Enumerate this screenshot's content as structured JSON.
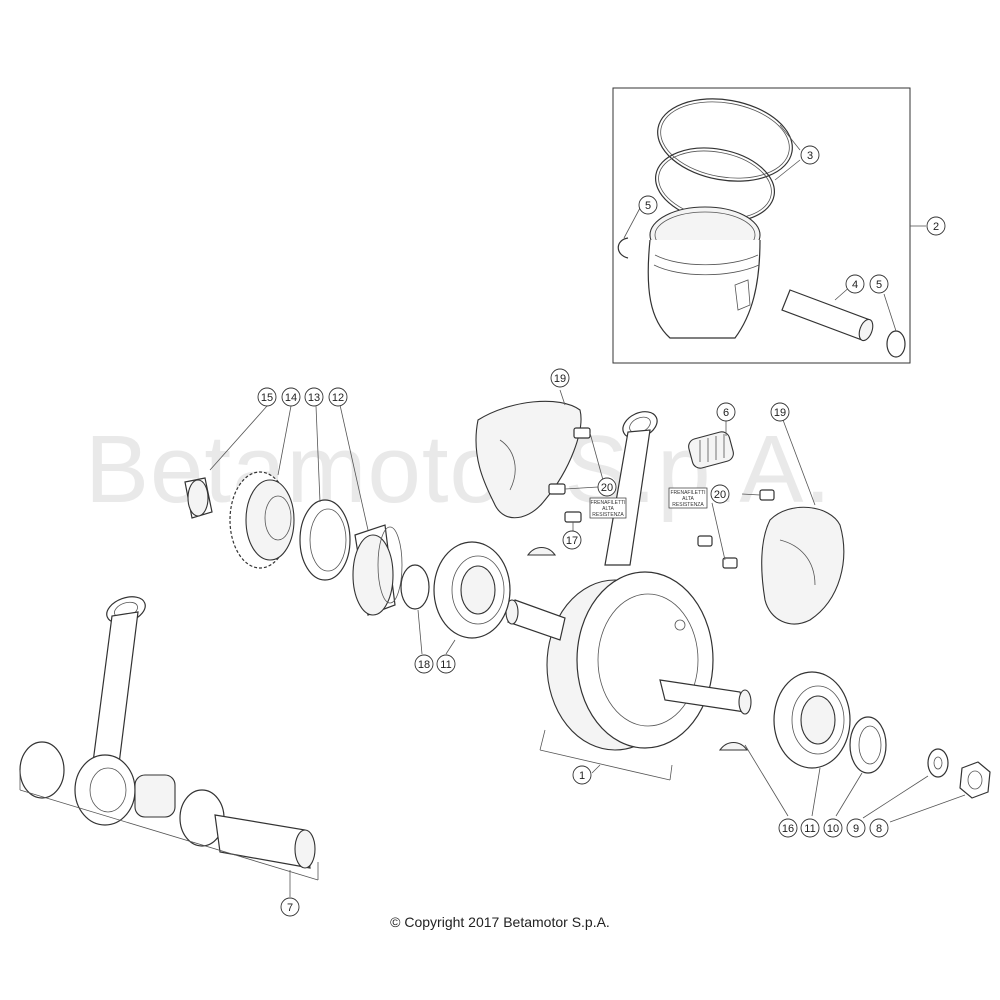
{
  "watermark": "Betamotor S.p.A.",
  "copyright": "© Copyright 2017 Betamotor S.p.A.",
  "callouts": {
    "c1": "1",
    "c2": "2",
    "c3": "3",
    "c4": "4",
    "c5a": "5",
    "c5b": "5",
    "c6": "6",
    "c7": "7",
    "c8": "8",
    "c9": "9",
    "c10": "10",
    "c11a": "11",
    "c11b": "11",
    "c12": "12",
    "c13": "13",
    "c14": "14",
    "c15": "15",
    "c16": "16",
    "c17": "17",
    "c18": "18",
    "c19a": "19",
    "c19b": "19",
    "c20a": "20",
    "c20b": "20"
  },
  "tags": {
    "left": [
      "FRENAFILETTI",
      "ALTA",
      "RESISTENZA"
    ],
    "right": [
      "FRENAFILETTI",
      "ALTA",
      "RESISTENZA"
    ]
  }
}
